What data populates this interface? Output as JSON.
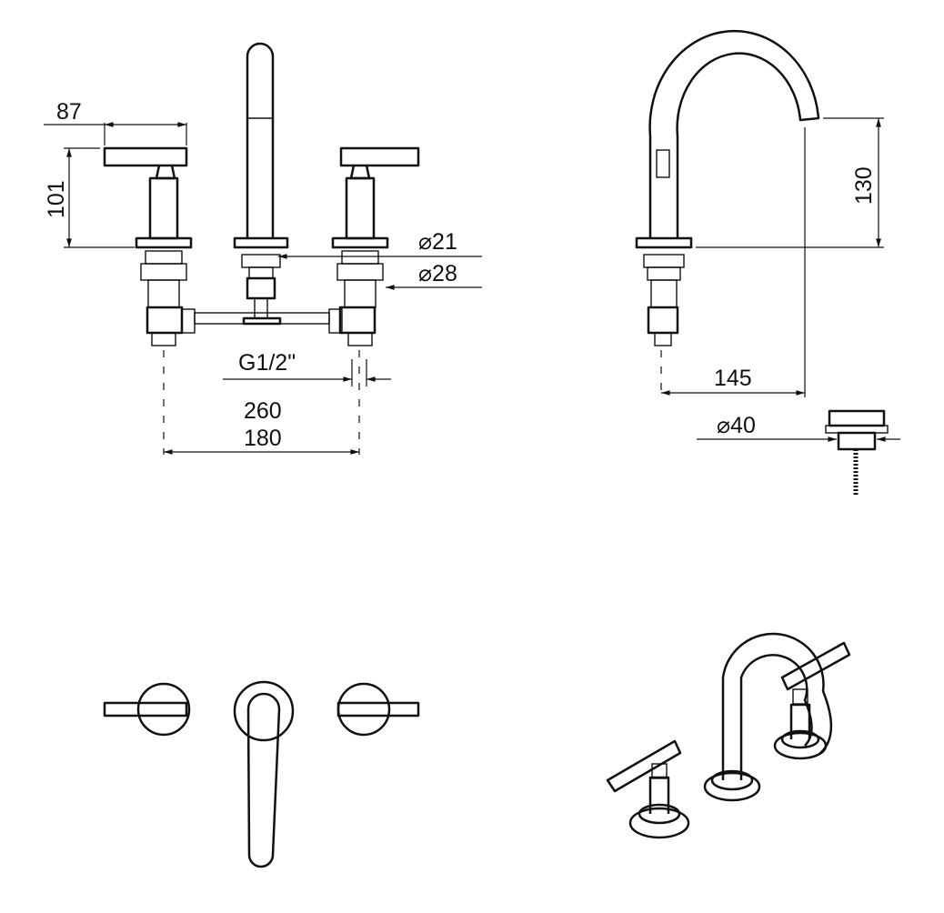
{
  "drawing": {
    "front_view": {
      "handle_width": "87",
      "handle_height": "101",
      "diameter_small": "⌀21",
      "diameter_large": "⌀28",
      "thread": "G1/2\"",
      "spread_max": "260",
      "spread_min": "180"
    },
    "side_view": {
      "spout_height": "130",
      "spout_reach": "145"
    },
    "drain": {
      "diameter": "⌀40"
    }
  }
}
